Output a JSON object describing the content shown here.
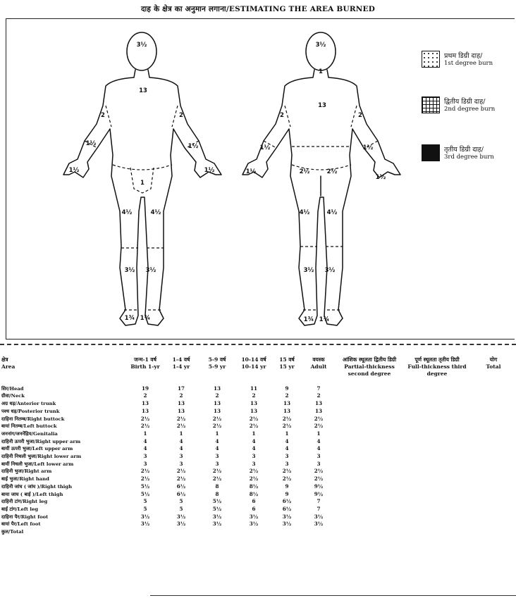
{
  "title": "दाह के क्षेत्र का अनुमान लगाना/ESTIMATING THE AREA BURNED",
  "front_labels": {
    "head": "3½",
    "neck_chest": "13",
    "upper_arm_r": "2",
    "upper_arm_l": "2",
    "forearm_r": "1½",
    "forearm_l": "1½",
    "hand_r": "1½",
    "hand_l": "1½",
    "genitalia": "1",
    "thigh_r": "4½",
    "thigh_l": "4½",
    "leg_r": "3½",
    "leg_l": "3½",
    "foot_r": "1¾",
    "foot_l": "1¾"
  },
  "back_labels": {
    "head": "3½",
    "neck": "1",
    "trunk": "13",
    "upper_arm_r": "2",
    "upper_arm_l": "2",
    "forearm_r": "1½",
    "forearm_l": "1½",
    "hand_r": "1½",
    "hand_l": "1½",
    "buttock_r": "2½",
    "buttock_l": "2½",
    "thigh_r": "4½",
    "thigh_l": "4½",
    "leg_r": "3½",
    "leg_l": "3½",
    "foot_r": "1¾",
    "foot_l": "1¾"
  },
  "legend": [
    {
      "hindi": "प्रथम डिग्री दाह/",
      "english": "1st degree burn",
      "pattern": "dots"
    },
    {
      "hindi": "द्वितीय डिग्री दाह/",
      "english": "2nd degree burn",
      "pattern": "grid"
    },
    {
      "hindi": "तृतीय डिग्री दाह/",
      "english": "3rd degree burn",
      "pattern": "solid"
    }
  ],
  "table": {
    "headers_hindi": [
      "क्षेत्र",
      "जन्म-1 वर्ष",
      "1-4 वर्ष",
      "5-9 वर्ष",
      "10-14 वर्ष",
      "15 वर्ष",
      "वयस्क",
      "आंशिक स्थूलता द्वितीय डिग्री",
      "पूर्ण स्थूलता तृतीय डिग्री",
      "योग"
    ],
    "headers_english": [
      "Area",
      "Birth 1-yr",
      "1-4 yr",
      "5-9 yr",
      "10-14 yr",
      "15 yr",
      "Adult",
      "Partial-thickness second degree",
      "Full-thickness third degree",
      "Total"
    ],
    "rows": [
      {
        "area": "सिर/Head",
        "v": [
          "19",
          "17",
          "13",
          "11",
          "9",
          "7"
        ]
      },
      {
        "area": "ग्रीवा/Neck",
        "v": [
          "2",
          "2",
          "2",
          "2",
          "2",
          "2"
        ]
      },
      {
        "area": "अग्र धड़/Anterior trunk",
        "v": [
          "13",
          "13",
          "13",
          "13",
          "13",
          "13"
        ]
      },
      {
        "area": "पश्च धड़/Posterior trunk",
        "v": [
          "13",
          "13",
          "13",
          "13",
          "13",
          "13"
        ]
      },
      {
        "area": "दाहिना नितम्ब/Right buttock",
        "v": [
          "2½",
          "2½",
          "2½",
          "2½",
          "2½",
          "2½"
        ]
      },
      {
        "area": "बायां नितम्ब/Left buttock",
        "v": [
          "2½",
          "2½",
          "2½",
          "2½",
          "2½",
          "2½"
        ]
      },
      {
        "area": "जननांग/जननेंद्रिय/Genitalia",
        "v": [
          "1",
          "1",
          "1",
          "1",
          "1",
          "1"
        ]
      },
      {
        "area": "दाहिनी ऊपरी भुजा/Right upper arm",
        "v": [
          "4",
          "4",
          "4",
          "4",
          "4",
          "4"
        ]
      },
      {
        "area": "बायीं ऊपरी भुजा/Left upper arm",
        "v": [
          "4",
          "4",
          "4",
          "4",
          "4",
          "4"
        ]
      },
      {
        "area": "दाहिनी निचली भुजा/Right lower arm",
        "v": [
          "3",
          "3",
          "3",
          "3",
          "3",
          "3"
        ]
      },
      {
        "area": "बायीं निचली भुजा/Left lower arm",
        "v": [
          "3",
          "3",
          "3",
          "3",
          "3",
          "3"
        ]
      },
      {
        "area": "दाहिनी भुजा/Right arm",
        "v": [
          "2½",
          "2½",
          "2½",
          "2½",
          "2½",
          "2½"
        ]
      },
      {
        "area": "बाईं भुजा/Right hand",
        "v": [
          "2½",
          "2½",
          "2½",
          "2½",
          "2½",
          "2½"
        ]
      },
      {
        "area": "दाहिनी जांघ ( जांघ )/Right thigh",
        "v": [
          "5½",
          "6½",
          "8",
          "8½",
          "9",
          "9½"
        ]
      },
      {
        "area": "बाया जाघ ( बाई )/Left thigh",
        "v": [
          "5½",
          "6½",
          "8",
          "8½",
          "9",
          "9½"
        ]
      },
      {
        "area": "दाहिनी टांग/Right leg",
        "v": [
          "5",
          "5",
          "5½",
          "6",
          "6½",
          "7"
        ]
      },
      {
        "area": "बाईं टांग/Left leg",
        "v": [
          "5",
          "5",
          "5½",
          "6",
          "6½",
          "7"
        ]
      },
      {
        "area": "दाहिना पैर/Right foot",
        "v": [
          "3½",
          "3½",
          "3½",
          "3½",
          "3½",
          "3½"
        ]
      },
      {
        "area": "बायां पैर/Left foot",
        "v": [
          "3½",
          "3½",
          "3½",
          "3½",
          "3½",
          "3½"
        ]
      },
      {
        "area": "कुल/Total",
        "v": [
          "",
          "",
          "",
          "",
          "",
          ""
        ]
      }
    ]
  }
}
